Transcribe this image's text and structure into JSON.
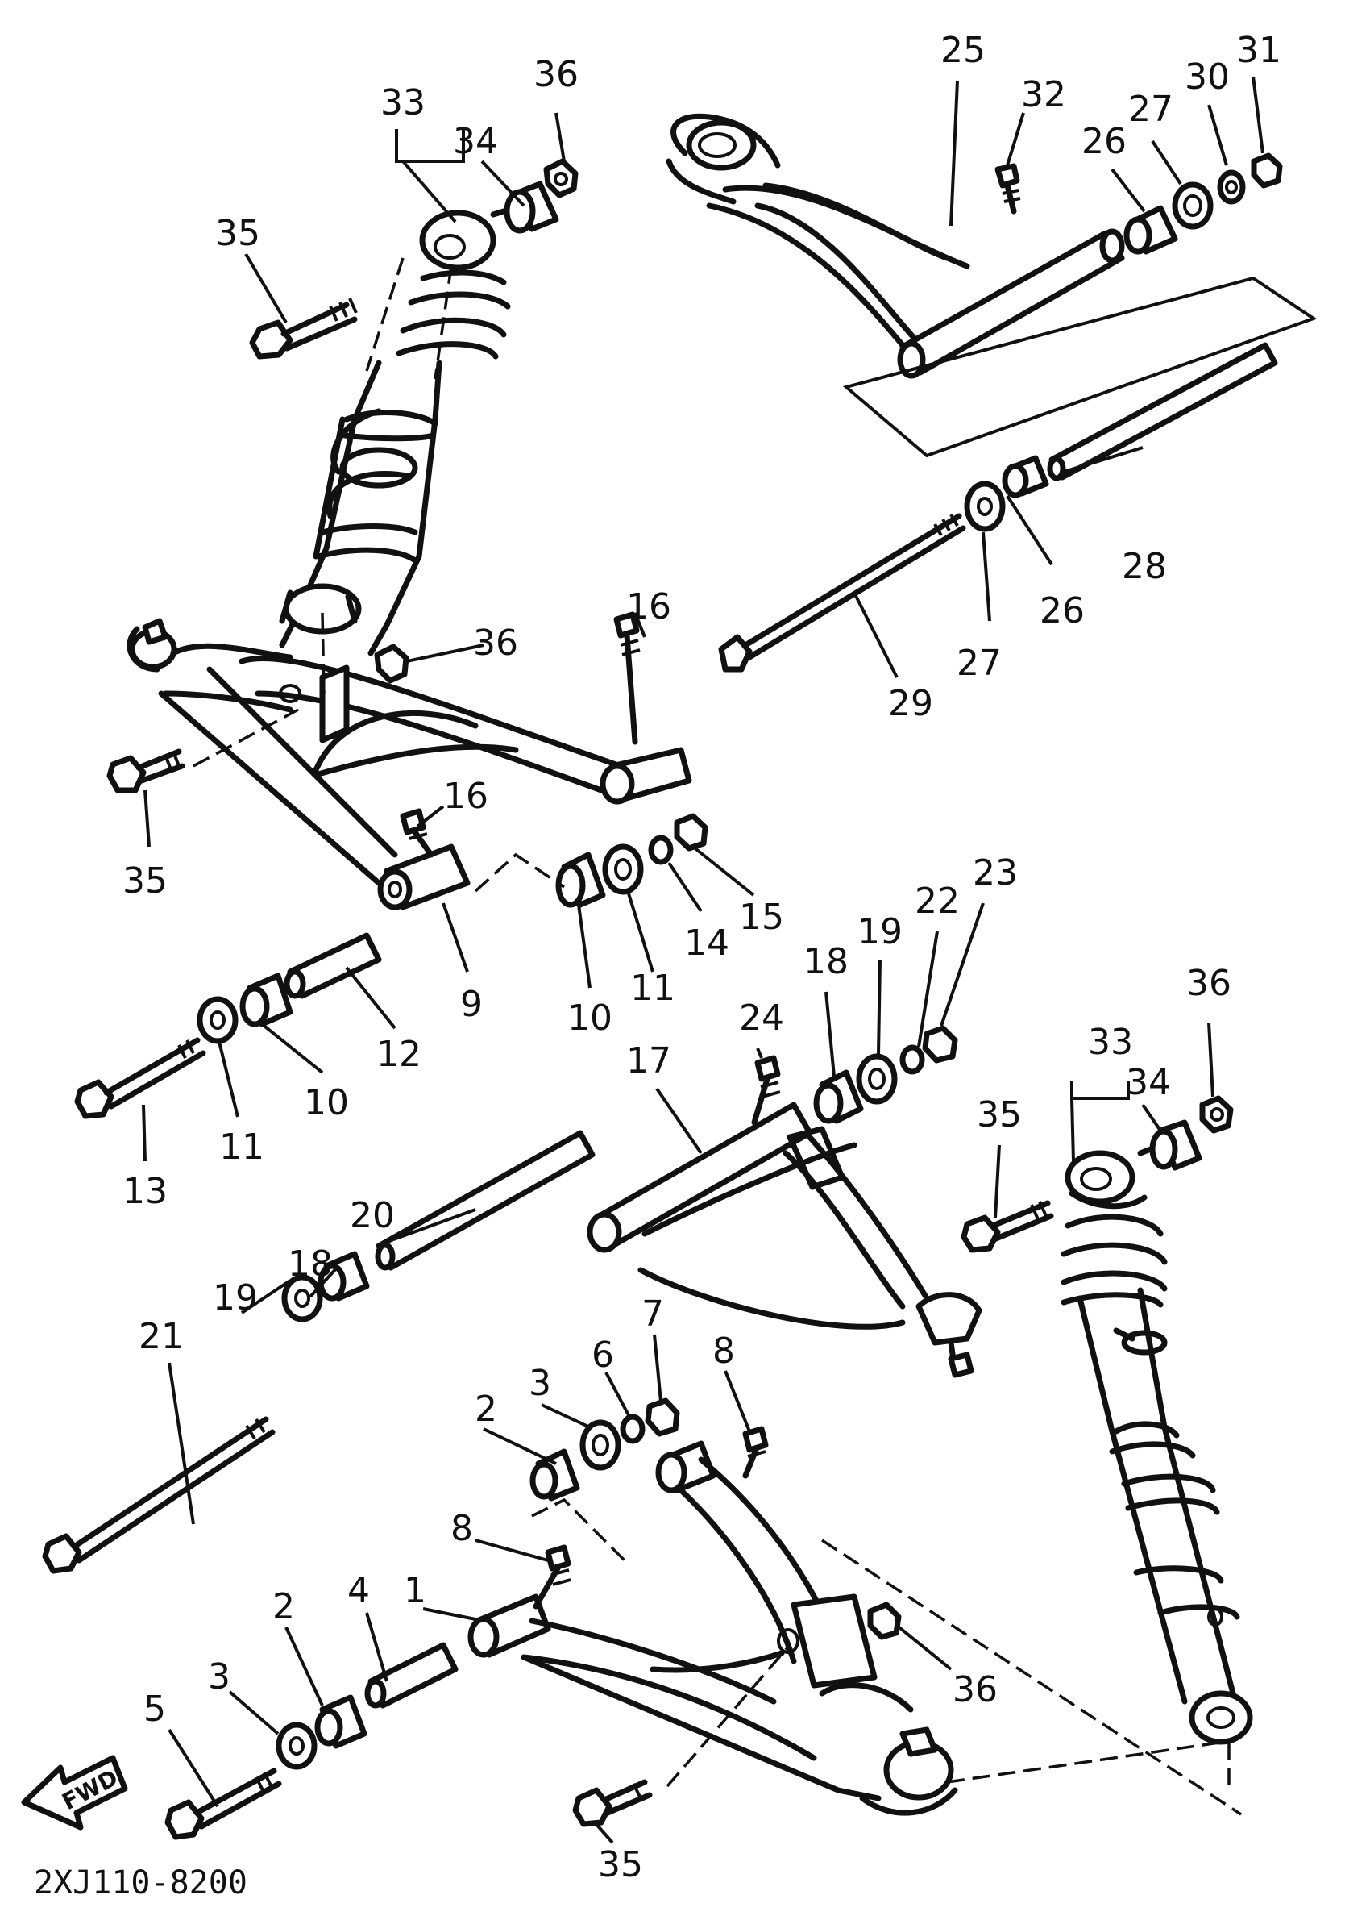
{
  "diagram": {
    "drawing_code": "2XJ110-8200",
    "direction_label": "FWD",
    "callouts": [
      {
        "label": "1"
      },
      {
        "label": "2"
      },
      {
        "label": "2"
      },
      {
        "label": "3"
      },
      {
        "label": "3"
      },
      {
        "label": "4"
      },
      {
        "label": "5"
      },
      {
        "label": "6"
      },
      {
        "label": "7"
      },
      {
        "label": "8"
      },
      {
        "label": "8"
      },
      {
        "label": "9"
      },
      {
        "label": "10"
      },
      {
        "label": "10"
      },
      {
        "label": "11"
      },
      {
        "label": "11"
      },
      {
        "label": "12"
      },
      {
        "label": "13"
      },
      {
        "label": "14"
      },
      {
        "label": "15"
      },
      {
        "label": "16"
      },
      {
        "label": "16"
      },
      {
        "label": "17"
      },
      {
        "label": "18"
      },
      {
        "label": "18"
      },
      {
        "label": "19"
      },
      {
        "label": "19"
      },
      {
        "label": "20"
      },
      {
        "label": "21"
      },
      {
        "label": "22"
      },
      {
        "label": "23"
      },
      {
        "label": "24"
      },
      {
        "label": "25"
      },
      {
        "label": "26"
      },
      {
        "label": "26"
      },
      {
        "label": "27"
      },
      {
        "label": "27"
      },
      {
        "label": "28"
      },
      {
        "label": "29"
      },
      {
        "label": "30"
      },
      {
        "label": "31"
      },
      {
        "label": "32"
      },
      {
        "label": "33"
      },
      {
        "label": "33"
      },
      {
        "label": "34"
      },
      {
        "label": "34"
      },
      {
        "label": "35"
      },
      {
        "label": "35"
      },
      {
        "label": "35"
      },
      {
        "label": "35"
      },
      {
        "label": "36"
      },
      {
        "label": "36"
      },
      {
        "label": "36"
      },
      {
        "label": "36"
      }
    ]
  }
}
